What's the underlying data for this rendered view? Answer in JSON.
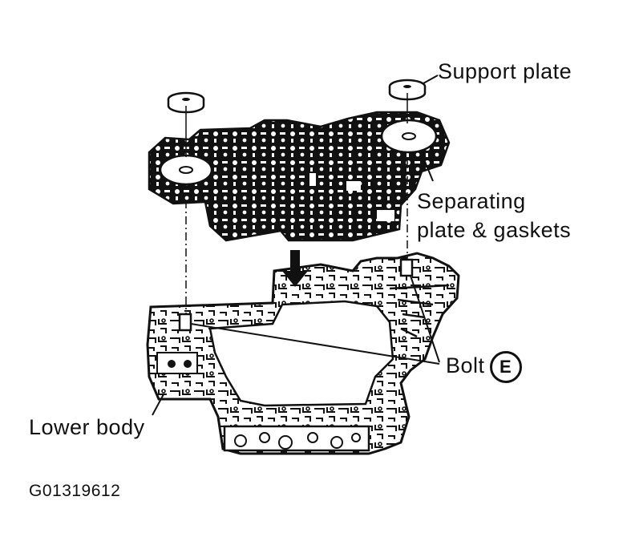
{
  "labels": {
    "support_plate": "Support plate",
    "separating_line1": "Separating",
    "separating_line2": "plate & gaskets",
    "bolt": "Bolt",
    "bolt_callout": "E",
    "lower_body": "Lower body",
    "figure_code": "G01319612"
  },
  "colors": {
    "ink": "#111111",
    "paper": "#ffffff"
  },
  "icons": {
    "arrow": "down-arrow-icon"
  }
}
